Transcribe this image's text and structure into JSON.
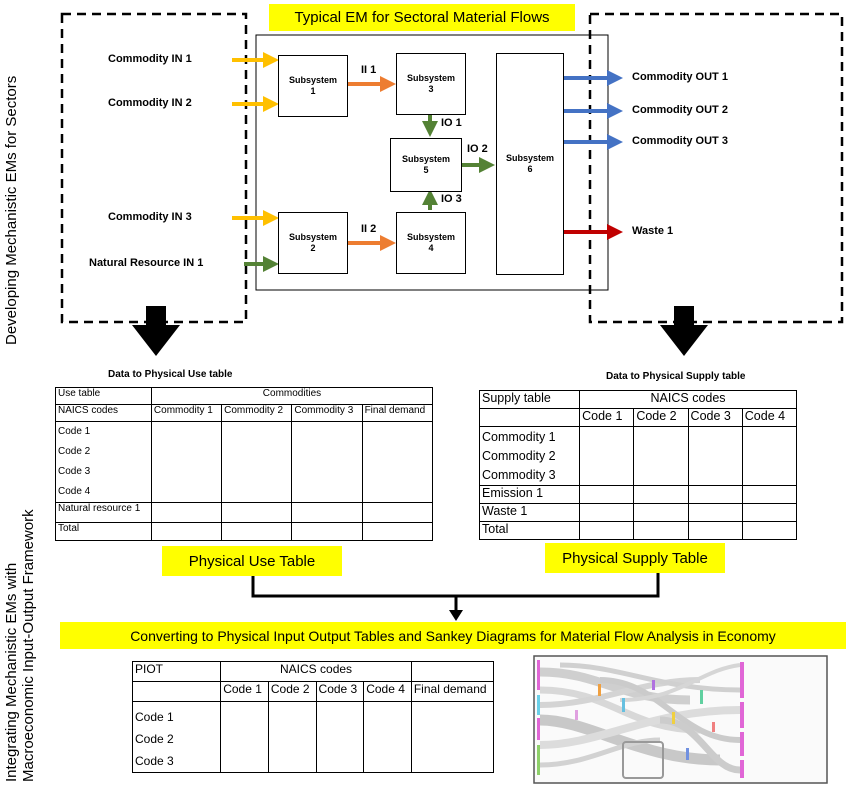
{
  "top_banner": "Typical EM for Sectoral Material Flows",
  "left_vertical_top": "Developing Mechanistic EMs for Sectors",
  "left_vertical_bottom": [
    "Integrating  Mechanistic EMs with",
    "Macroeconomic Input-Output  Framework"
  ],
  "inputs": [
    "Commodity IN 1",
    "Commodity IN 2",
    "Commodity IN 3",
    "Natural Resource IN 1"
  ],
  "outputs": [
    "Commodity OUT 1",
    "Commodity OUT 2",
    "Commodity OUT 3",
    "Waste 1"
  ],
  "subsystems": {
    "s1": [
      "Subsystem",
      "1"
    ],
    "s2": [
      "Subsystem",
      "2"
    ],
    "s3": [
      "Subsystem",
      "3"
    ],
    "s4": [
      "Subsystem",
      "4"
    ],
    "s5": [
      "Subsystem",
      "5"
    ],
    "s6": [
      "Subsystem",
      "6"
    ]
  },
  "flows": {
    "ii1": "II 1",
    "ii2": "II 2",
    "io1": "IO 1",
    "io2": "IO 2",
    "io3": "IO 3"
  },
  "colors": {
    "banner": "#ffff00",
    "input_arrow": "#ffc000",
    "intermediate_arrow": "#ed7d31",
    "io_arrow": "#548235",
    "resource_arrow": "#548235",
    "output_arrow": "#4472c4",
    "waste_arrow": "#c00000"
  },
  "use_table": {
    "caption": "Data to Physical Use table",
    "corner": "Use table",
    "group_header": "Commodities",
    "row_header": "NAICS codes",
    "columns": [
      "Commodity 1",
      "Commodity 2",
      "Commodity 3",
      "Final demand"
    ],
    "code_rows": [
      "Code 1",
      "Code 2",
      "Code 3",
      "Code 4"
    ],
    "other_rows": [
      "Natural resource 1",
      "Total"
    ],
    "label": "Physical Use Table"
  },
  "supply_table": {
    "caption": "Data to Physical Supply table",
    "corner": "Supply table",
    "group_header": "NAICS codes",
    "columns": [
      "Code 1",
      "Code 2",
      "Code 3",
      "Code 4"
    ],
    "commodity_rows": [
      "Commodity 1",
      "Commodity 2",
      "Commodity 3"
    ],
    "other_rows": [
      "Emission 1",
      "Waste 1",
      "Total"
    ],
    "label": "Physical Supply Table"
  },
  "bottom_banner": "Converting to Physical Input Output Tables and Sankey Diagrams for Material Flow Analysis in Economy",
  "piot_table": {
    "corner": "PIOT",
    "group_header": "NAICS codes",
    "columns": [
      "Code 1",
      "Code 2",
      "Code 3",
      "Code 4",
      "Final demand"
    ],
    "rows": [
      "Code 1",
      "Code 2",
      "Code 3"
    ]
  }
}
